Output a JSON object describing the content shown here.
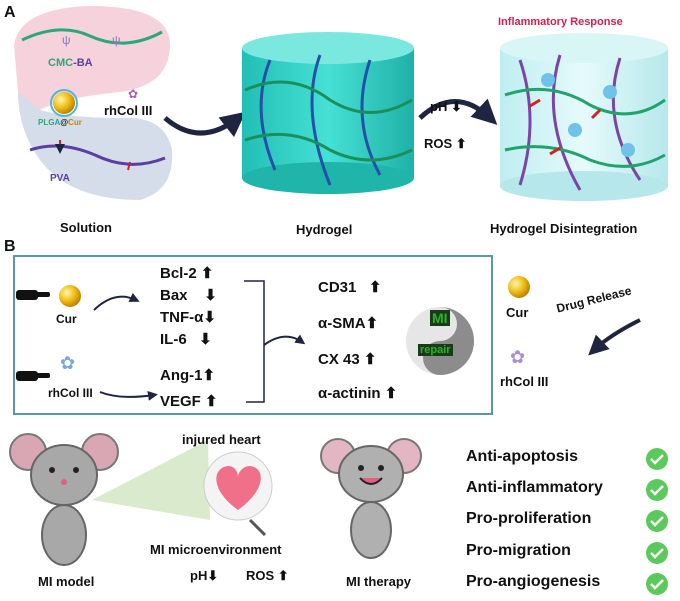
{
  "panel_a": {
    "letter": "A",
    "cmc_part1": "CMC",
    "cmc_part2": "-BA",
    "plga": "PLGA",
    "at": "@",
    "cur": "Cur",
    "rhcol": "rhCol III",
    "pva": "PVA",
    "solution": "Solution",
    "hydrogel": "Hydrogel",
    "ph": "pH",
    "ros": "ROS",
    "inflammatory": "Inflammatory Response",
    "disintegration": "Hydrogel Disintegration"
  },
  "panel_b": {
    "letter": "B",
    "cur_label": "Cur",
    "rhcol_label": "rhCol III",
    "markers_group1": [
      {
        "name": "Bcl-2",
        "dir": "up"
      },
      {
        "name": "Bax",
        "dir": "down"
      },
      {
        "name": "TNF-α",
        "dir": "down"
      },
      {
        "name": "IL-6",
        "dir": "down"
      }
    ],
    "markers_group2": [
      {
        "name": "Ang-1",
        "dir": "up"
      },
      {
        "name": "VEGF",
        "dir": "up"
      }
    ],
    "markers_group3": [
      {
        "name": "CD31",
        "dir": "up"
      },
      {
        "name": "α-SMA",
        "dir": "up"
      },
      {
        "name": "CX 43",
        "dir": "up"
      },
      {
        "name": "α-actinin",
        "dir": "up"
      }
    ],
    "mi_badge_line1": "MI",
    "mi_badge_line2": "repair",
    "right_cur": "Cur",
    "right_rhcol": "rhCol III",
    "drug_release": "Drug Release"
  },
  "bottom": {
    "injured_heart": "injured heart",
    "mi_microenv": "MI microenvironment",
    "ph": "pH",
    "ros": "ROS",
    "mi_model": "MI model",
    "mi_therapy": "MI therapy",
    "effects": [
      "Anti-apoptosis",
      "Anti-inflammatory",
      "Pro-proliferation",
      "Pro-migration",
      "Pro-angiogenesis"
    ]
  },
  "colors": {
    "cmc_green": "#2aa879",
    "pva_purple": "#5b3fa0",
    "pink": "#f6d3dc",
    "slate": "#d5dcea",
    "teal": "#2fd3c6",
    "box_border": "#5c9a9a",
    "check_green": "#5cc95c",
    "dark_arrow": "#1f2540",
    "inflam_red": "#d6204a"
  }
}
